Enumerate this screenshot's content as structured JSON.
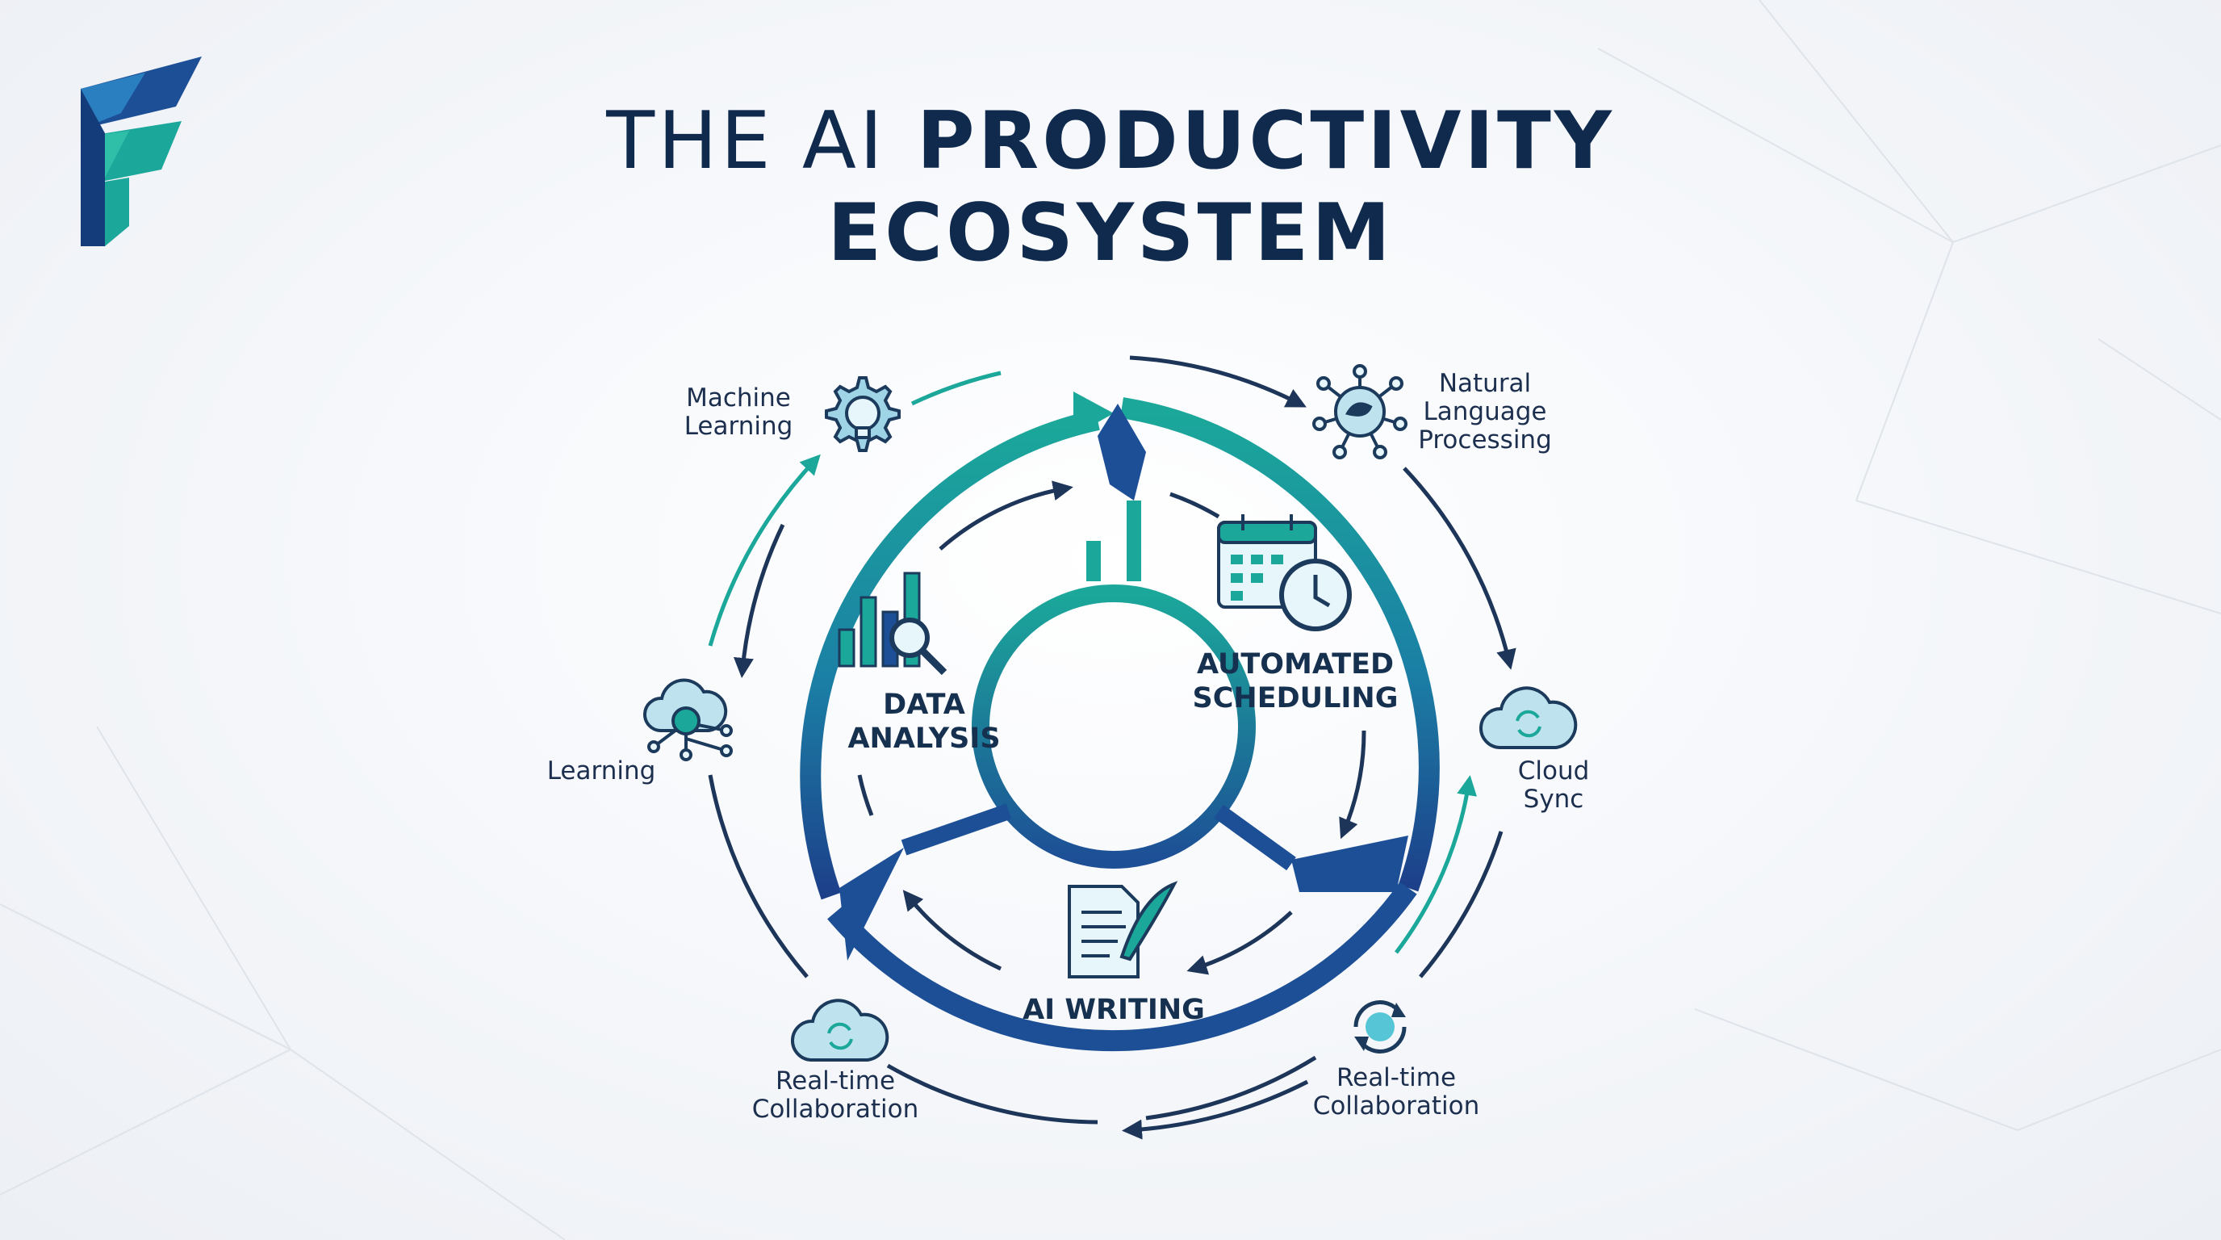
{
  "title": {
    "line1_prefix": "THE AI",
    "line1_emphasis": "PRODUCTIVITY",
    "line2": "ECOSYSTEM"
  },
  "inner_segments": [
    {
      "label_line1": "DATA",
      "label_line2": "ANALYSIS",
      "icon": "bar-chart-magnifier-icon"
    },
    {
      "label_line1": "AUTOMATED",
      "label_line2": "SCHEDULING",
      "icon": "calendar-clock-icon"
    },
    {
      "label_line1": "AI WRITING",
      "label_line2": "",
      "icon": "document-quill-icon"
    }
  ],
  "outer_nodes": [
    {
      "label_line1": "Machine",
      "label_line2": "Learning",
      "label_line3": "",
      "icon": "lightbulb-gear-icon"
    },
    {
      "label_line1": "Natural",
      "label_line2": "Language",
      "label_line3": "Processing",
      "icon": "brain-network-icon"
    },
    {
      "label_line1": "Cloud",
      "label_line2": "Sync",
      "label_line3": "",
      "icon": "cloud-sync-icon"
    },
    {
      "label_line1": "Real-time",
      "label_line2": "Collaboration",
      "label_line3": "",
      "icon": "sync-circle-icon"
    },
    {
      "label_line1": "Real-time",
      "label_line2": "Collaboration",
      "label_line3": "",
      "icon": "cloud-sync-icon"
    },
    {
      "label_line1": "Learning",
      "label_line2": "",
      "label_line3": "",
      "icon": "cloud-network-icon"
    }
  ],
  "colors": {
    "navy": "#0f2a4d",
    "teal": "#1ba89a",
    "blue": "#1d4f96",
    "icon_fill": "#bfe3ee",
    "icon_stroke": "#1b3a5c"
  }
}
